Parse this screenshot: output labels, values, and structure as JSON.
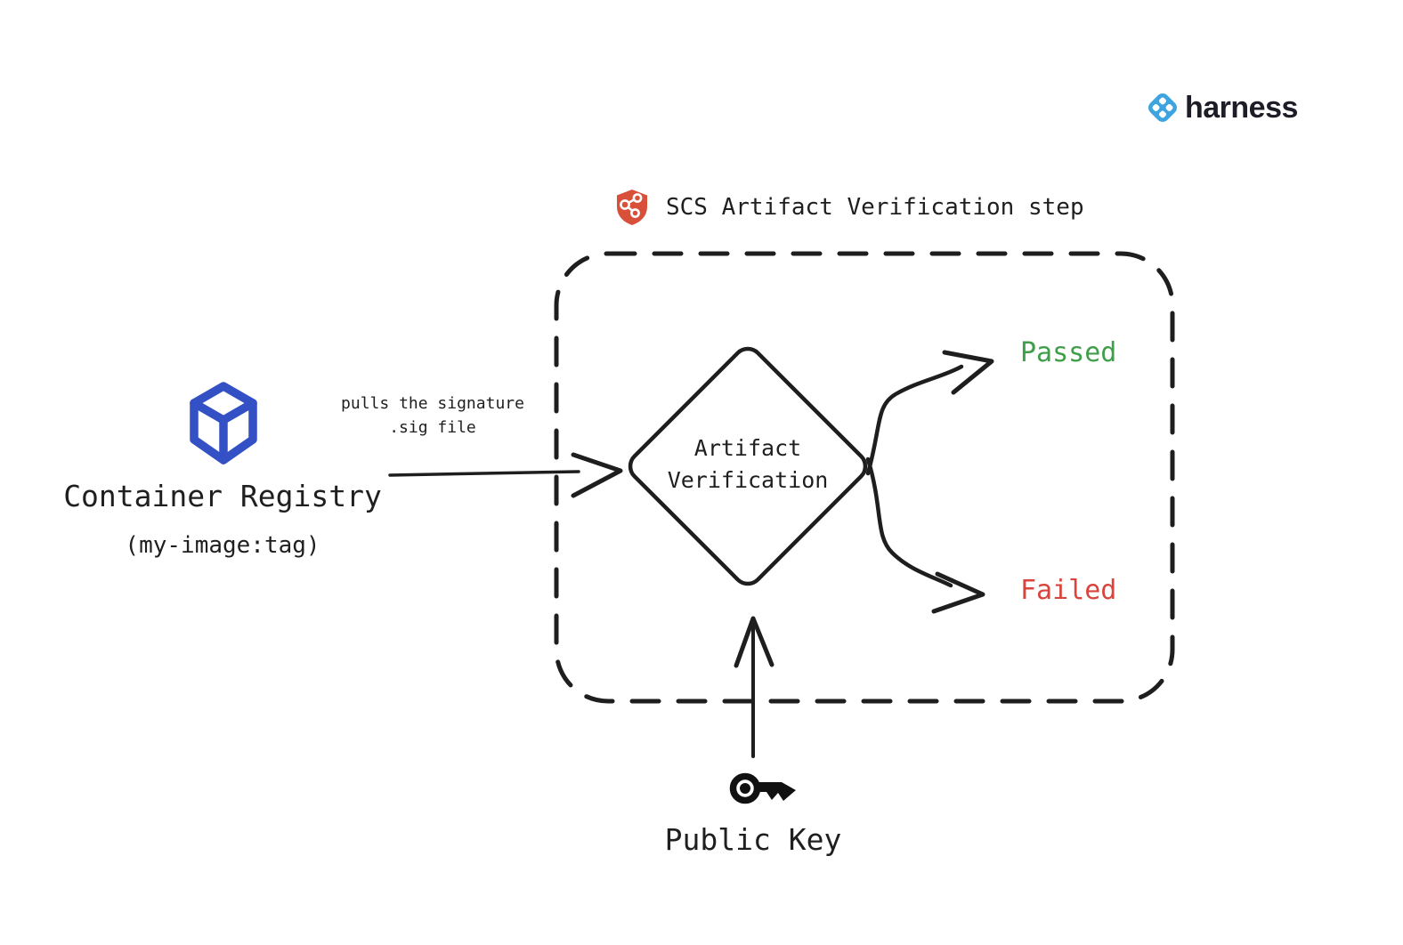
{
  "brand": {
    "name": "harness",
    "icon": "harness-diamond-icon",
    "icon_color": "#3da4e0",
    "text_color": "#1d1d27"
  },
  "step": {
    "title": "SCS Artifact Verification step",
    "icon": "scs-shield-icon",
    "icon_color": "#d9503a"
  },
  "registry": {
    "label": "Container Registry",
    "sublabel": "(my-image:tag)",
    "icon": "cube-icon",
    "icon_color": "#3351c5"
  },
  "pull_edge": {
    "line1": "pulls the signature",
    "line2": ".sig file"
  },
  "decision": {
    "line1": "Artifact",
    "line2": "Verification"
  },
  "outcomes": {
    "passed": {
      "label": "Passed",
      "color": "#3f9e4a"
    },
    "failed": {
      "label": "Failed",
      "color": "#d9453d"
    }
  },
  "public_key": {
    "label": "Public Key",
    "icon": "key-icon"
  },
  "colors": {
    "ink": "#1e1e1e",
    "background": "#ffffff"
  }
}
